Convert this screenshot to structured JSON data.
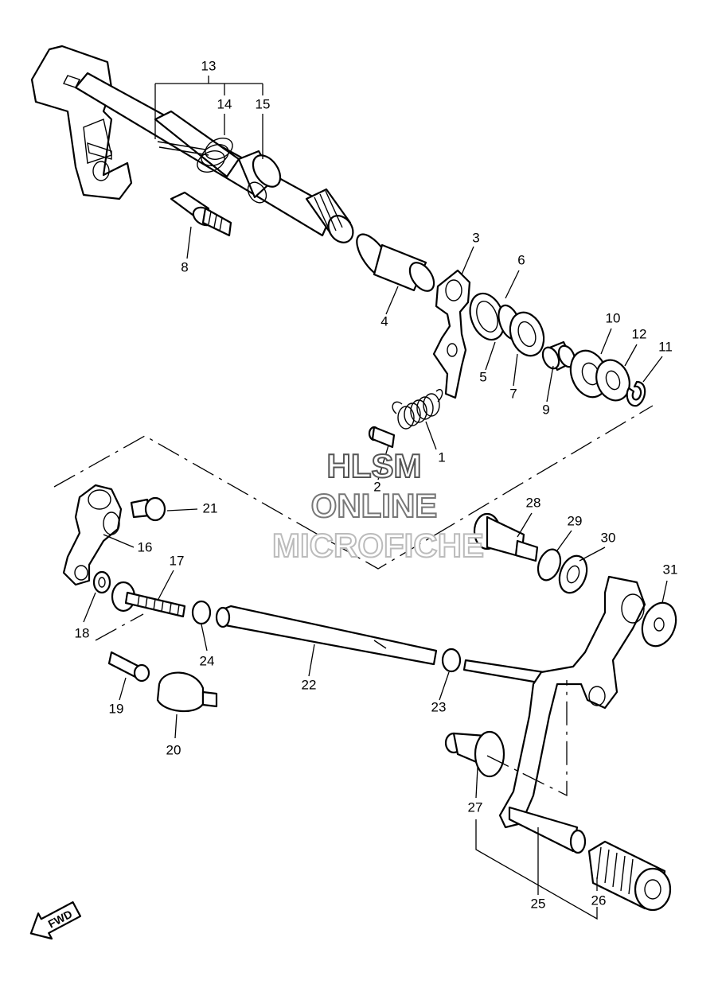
{
  "diagram": {
    "callouts": [
      {
        "id": "1",
        "label": "1"
      },
      {
        "id": "2",
        "label": "2"
      },
      {
        "id": "3",
        "label": "3"
      },
      {
        "id": "4",
        "label": "4"
      },
      {
        "id": "5",
        "label": "5"
      },
      {
        "id": "6",
        "label": "6"
      },
      {
        "id": "7",
        "label": "7"
      },
      {
        "id": "8",
        "label": "8"
      },
      {
        "id": "9",
        "label": "9"
      },
      {
        "id": "10",
        "label": "10"
      },
      {
        "id": "11",
        "label": "11"
      },
      {
        "id": "12",
        "label": "12"
      },
      {
        "id": "13",
        "label": "13"
      },
      {
        "id": "14",
        "label": "14"
      },
      {
        "id": "15",
        "label": "15"
      },
      {
        "id": "16",
        "label": "16"
      },
      {
        "id": "17",
        "label": "17"
      },
      {
        "id": "18",
        "label": "18"
      },
      {
        "id": "19",
        "label": "19"
      },
      {
        "id": "20",
        "label": "20"
      },
      {
        "id": "21",
        "label": "21"
      },
      {
        "id": "22",
        "label": "22"
      },
      {
        "id": "23",
        "label": "23"
      },
      {
        "id": "24",
        "label": "24"
      },
      {
        "id": "25",
        "label": "25"
      },
      {
        "id": "26",
        "label": "26"
      },
      {
        "id": "27",
        "label": "27"
      },
      {
        "id": "28",
        "label": "28"
      },
      {
        "id": "29",
        "label": "29"
      },
      {
        "id": "30",
        "label": "30"
      },
      {
        "id": "31",
        "label": "31"
      }
    ],
    "direction_label": "FWD"
  },
  "watermark": {
    "line1": "HLSM",
    "line2": "ONLINE",
    "line3": "MICROFICHE",
    "stroke_color": "#555555",
    "faint_color": "#bbbbbb"
  }
}
